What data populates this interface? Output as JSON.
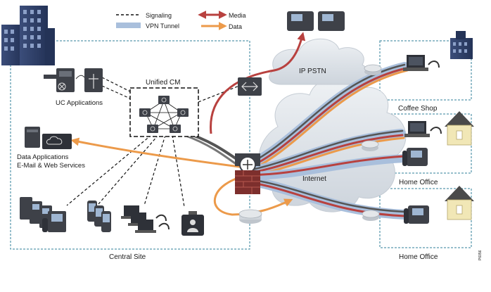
{
  "legend": {
    "signaling": "Signaling",
    "vpn_tunnel": "VPN Tunnel",
    "media": "Media",
    "data": "Data"
  },
  "labels": {
    "unified_cm": "Unified CM",
    "uc_applications": "UC Applications",
    "data_applications_line1": "Data Applications",
    "data_applications_line2": "E-Mail & Web Services",
    "ip_pstn": "IP PSTN",
    "internet": "Internet",
    "coffee_shop": "Coffee Shop",
    "home_office_1": "Home Office",
    "home_office_2": "Home Office",
    "central_site": "Central Site",
    "figure_id": "P6056"
  },
  "colors": {
    "media": "#b8413f",
    "data": "#ec9a4a",
    "vpn": "#a9bfdc",
    "cloud": "#dde2e8",
    "building": "#2f3f66",
    "device": "#3e4148",
    "house_wall": "#f1e7b6",
    "house_roof": "#4a4a4a",
    "boundary": "#2f7f98"
  }
}
